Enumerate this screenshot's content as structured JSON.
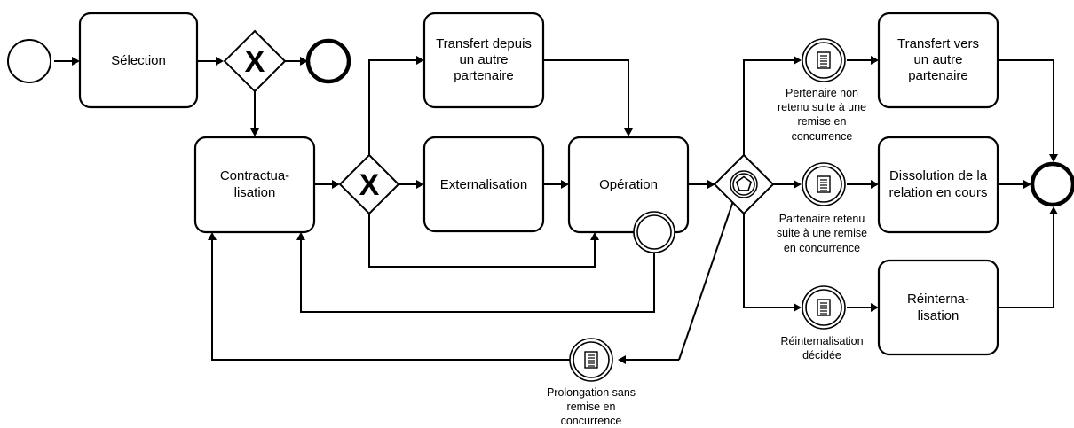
{
  "tasks": {
    "selection": [
      "Sélection"
    ],
    "transfert_depuis": [
      "Transfert depuis",
      "un autre",
      "partenaire"
    ],
    "contractualisation": [
      "Contractua-",
      "lisation"
    ],
    "externalisation": [
      "Externalisation"
    ],
    "operation": [
      "Opération"
    ],
    "transfert_vers": [
      "Transfert vers",
      "un autre",
      "partenaire"
    ],
    "dissolution": [
      "Dissolution de la",
      "relation en cours"
    ],
    "reinternalisation": [
      "Réinterna-",
      "lisation"
    ]
  },
  "events": {
    "partenaire_non_retenu": [
      "Pertenaire non",
      "retenu suite à une",
      "remise en",
      "concurrence"
    ],
    "partenaire_retenu": [
      "Partenaire retenu",
      "suite à une remise",
      "en concurrence"
    ],
    "reinternalisation_decidee": [
      "Réinternalisation",
      "décidée"
    ],
    "prolongation": [
      "Prolongation sans",
      "remise en",
      "concurrence"
    ]
  },
  "gateways": {
    "exclusive_symbol": "X"
  }
}
